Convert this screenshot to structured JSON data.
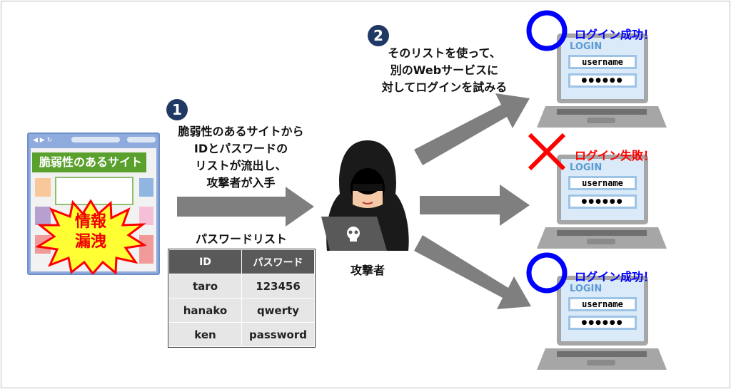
{
  "site": {
    "title": "脆弱性のあるサイト",
    "leak_label_line1": "情報",
    "leak_label_line2": "漏洩"
  },
  "step1": {
    "number": "1",
    "lines": [
      "脆弱性のあるサイトから",
      "IDとパスワードの",
      "リストが流出し、",
      "攻撃者が入手"
    ]
  },
  "step2": {
    "number": "2",
    "lines": [
      "そのリストを使って、",
      "別のWebサービスに",
      "対してログインを試みる"
    ]
  },
  "password_list": {
    "title": "パスワードリスト",
    "headers": [
      "ID",
      "パスワード"
    ],
    "rows": [
      [
        "taro",
        "123456"
      ],
      [
        "hanako",
        "qwerty"
      ],
      [
        "ken",
        "password"
      ]
    ]
  },
  "attacker": {
    "label": "攻撃者"
  },
  "laptops": [
    {
      "screen_title": "LOGIN",
      "username": "username",
      "password": "●●●●●●",
      "result": "ログイン成功！",
      "result_color": "#0000ff"
    },
    {
      "screen_title": "LOGIN",
      "username": "username",
      "password": "●●●●●●",
      "result": "ログイン失敗！",
      "result_color": "#ff0000"
    },
    {
      "screen_title": "LOGIN",
      "username": "username",
      "password": "●●●●●●",
      "result": "ログイン成功！",
      "result_color": "#0000ff"
    }
  ]
}
